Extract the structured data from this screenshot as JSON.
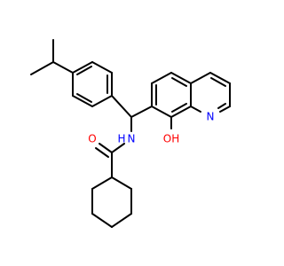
{
  "molecule": {
    "atoms": {
      "nitrogen_quinoline": {
        "label": "N",
        "color": "#0000FF"
      },
      "hydroxyl": {
        "label": "OH",
        "color": "#FF0000"
      },
      "carbonyl_oxygen": {
        "label": "O",
        "color": "#FF0000"
      },
      "amide_nitrogen": {
        "label": "N",
        "color": "#0000FF"
      },
      "amide_hydrogen": {
        "label": "H",
        "color": "#0000FF"
      }
    },
    "colors": {
      "bond": "#000000",
      "background": "#FFFFFF"
    }
  }
}
